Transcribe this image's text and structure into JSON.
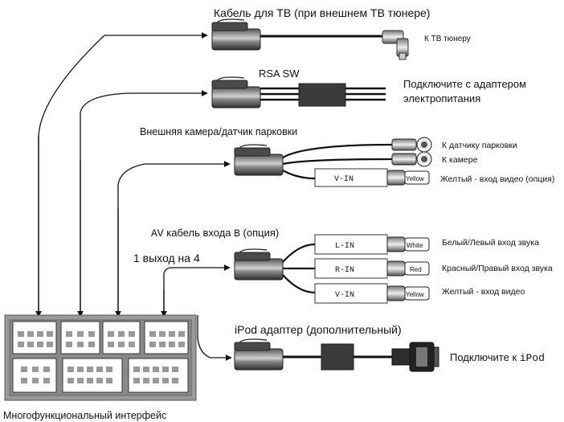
{
  "labels": {
    "tv_cable_title": "Кабель для ТВ (при внешнем ТВ тюнере)",
    "tv_tuner_end": "К ТВ тюнеру",
    "power_title": "RSA  SW",
    "power_note_line1": "Подключите с адаптером",
    "power_note_line2": "электропитания",
    "camera_title": "Внешняя камера/датчик парковки",
    "parking_sensor": "К датчику парковки",
    "camera": "К камере",
    "camera_vin_box": "V-IN",
    "camera_yellow_plug": "Yellow",
    "camera_yellow_note": "Желтый - вход видео (опция)",
    "av_title_prefix": "AV",
    "av_title_middle": " кабель входа ",
    "av_title_b": "B",
    "av_title_suffix": " (опция)",
    "split_label": "1 выход на 4",
    "av_lin": "L-IN",
    "av_rin": "R-IN",
    "av_vin": "V-IN",
    "plug_white": "White",
    "plug_red": "Red",
    "plug_yellow": "Yellow",
    "white_note": "Белый/Левый вход звука",
    "red_note": "Красный/Правый вход звука",
    "yellow_note": "Желтый - вход видео",
    "ipod_title": "iPod адаптер (дополнительный)",
    "ipod_note_prefix": "Подключите к ",
    "ipod_note_device": "iPod",
    "multi_interface": "Многофункциональный интерфейс"
  },
  "colors": {
    "panel_gray": "#9a9a9a",
    "connector_dark": "#3b3b3b",
    "connector_light": "#b8b8b8",
    "line": "#111111"
  },
  "icons": {
    "cable_plug": "cable-plug-icon",
    "rca_plug": "rca-plug-icon",
    "tv_tuner_plug": "right-angle-plug-icon",
    "ipod_connector": "dock-connector-icon"
  }
}
